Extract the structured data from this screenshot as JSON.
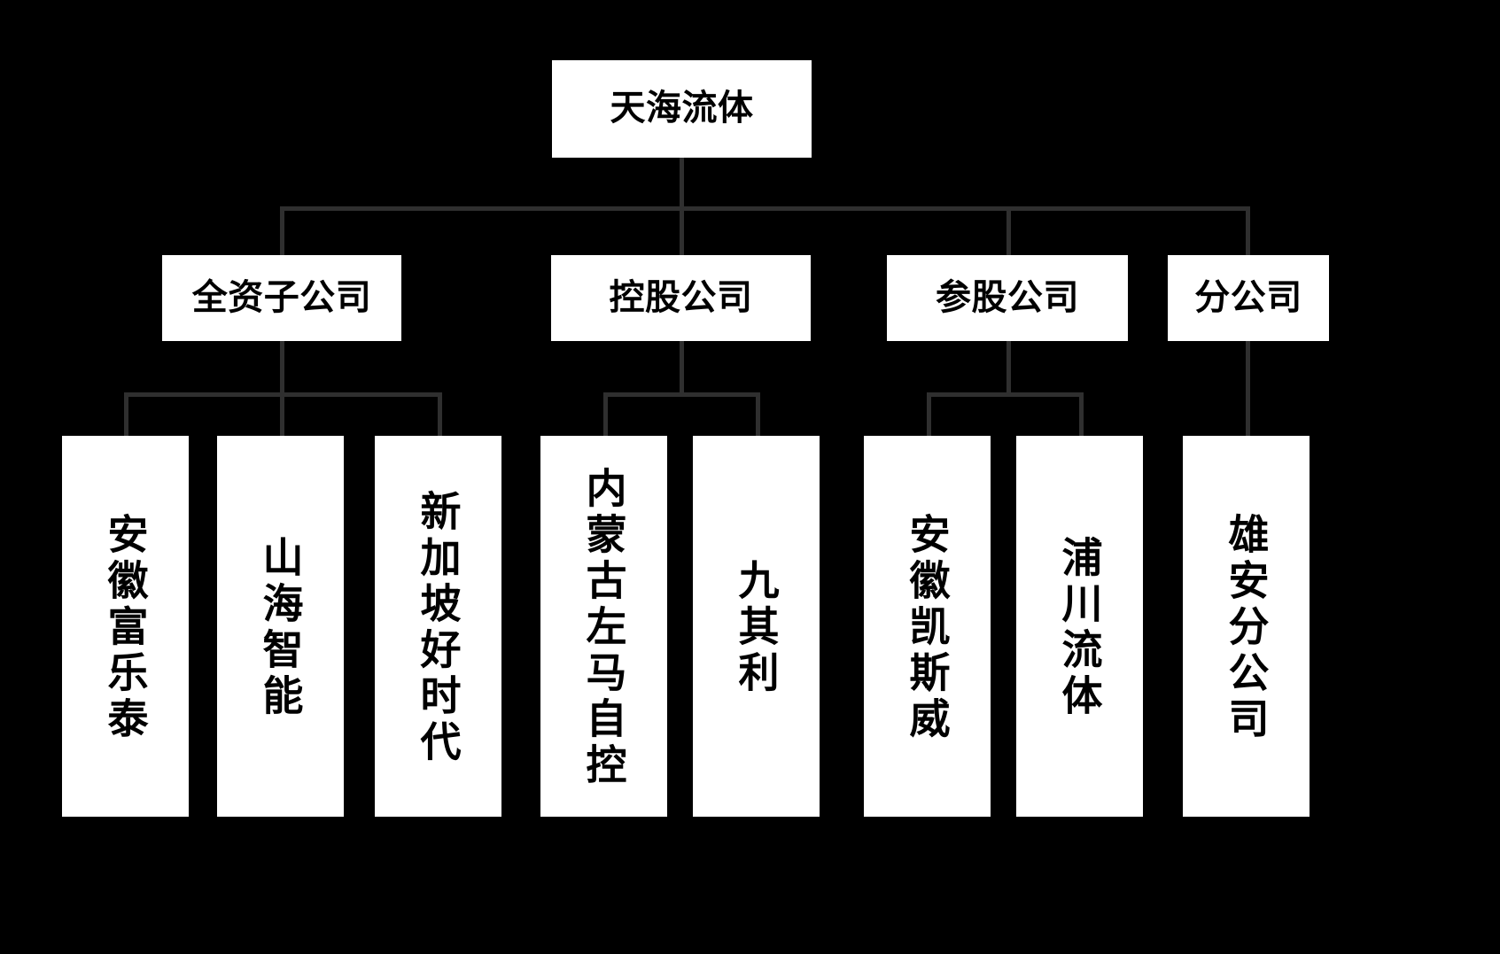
{
  "chart_data": {
    "type": "diagram",
    "diagram_kind": "organizational-chart",
    "title": "天海流体",
    "orientation": "top-down",
    "colors": {
      "background": "#000000",
      "node_fill": "#ffffff",
      "node_text": "#000000",
      "connector": "#2f2f2f"
    },
    "nodes": [
      {
        "id": "root",
        "label": "天海流体",
        "level": 0,
        "parent": null
      },
      {
        "id": "l2-0",
        "label": "全资子公司",
        "level": 1,
        "parent": "root"
      },
      {
        "id": "l2-1",
        "label": "控股公司",
        "level": 1,
        "parent": "root"
      },
      {
        "id": "l2-2",
        "label": "参股公司",
        "level": 1,
        "parent": "root"
      },
      {
        "id": "l2-3",
        "label": "分公司",
        "level": 1,
        "parent": "root"
      },
      {
        "id": "l3-0",
        "label": "安徽富乐泰",
        "level": 2,
        "parent": "l2-0"
      },
      {
        "id": "l3-1",
        "label": "山海智能",
        "level": 2,
        "parent": "l2-0"
      },
      {
        "id": "l3-2",
        "label": "新加坡好时代",
        "level": 2,
        "parent": "l2-0"
      },
      {
        "id": "l3-3",
        "label": "内蒙古左马自控",
        "level": 2,
        "parent": "l2-1"
      },
      {
        "id": "l3-4",
        "label": "九其利",
        "level": 2,
        "parent": "l2-1"
      },
      {
        "id": "l3-5",
        "label": "安徽凯斯威",
        "level": 2,
        "parent": "l2-2"
      },
      {
        "id": "l3-6",
        "label": "浦川流体",
        "level": 2,
        "parent": "l2-2"
      },
      {
        "id": "l3-7",
        "label": "雄安分公司",
        "level": 2,
        "parent": "l2-3"
      }
    ]
  },
  "root": {
    "label": "天海流体"
  },
  "level2": [
    {
      "label": "全资子公司"
    },
    {
      "label": "控股公司"
    },
    {
      "label": "参股公司"
    },
    {
      "label": "分公司"
    }
  ],
  "level3": [
    {
      "label": "安徽富乐泰"
    },
    {
      "label": "山海智能"
    },
    {
      "label": "新加坡好时代"
    },
    {
      "label": "内蒙古左马自控"
    },
    {
      "label": "九其利"
    },
    {
      "label": "安徽凯斯威"
    },
    {
      "label": "浦川流体"
    },
    {
      "label": "雄安分公司"
    }
  ]
}
